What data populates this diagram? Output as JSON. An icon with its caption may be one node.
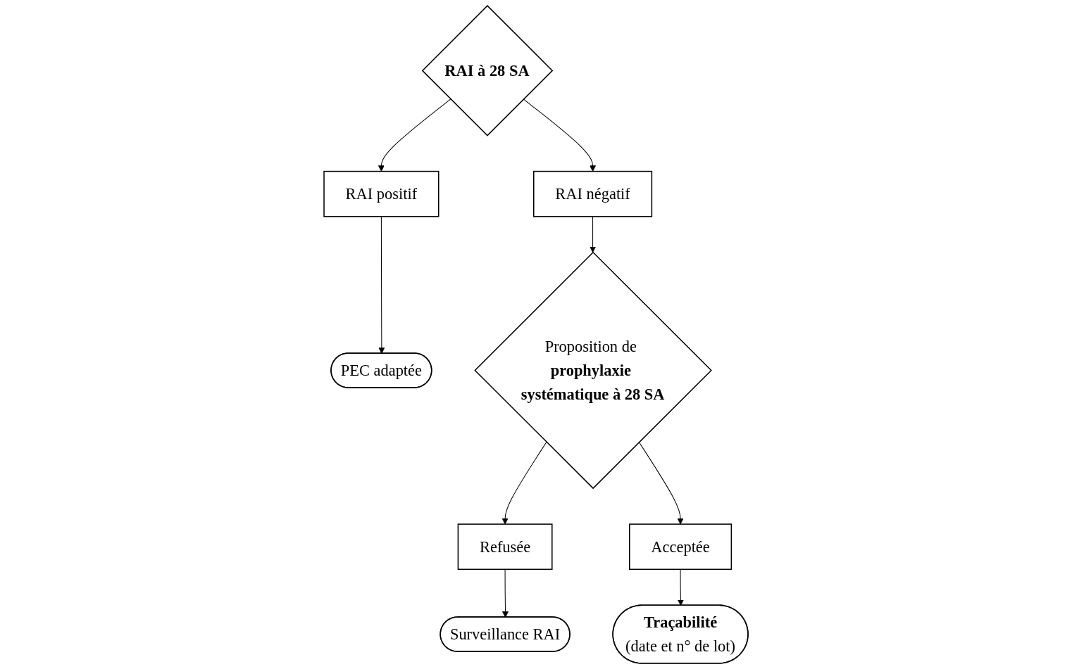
{
  "diagram": {
    "nodes": [
      {
        "text": [
          "RAI à 28 SA"
        ]
      },
      {
        "text": [
          "RAI positif"
        ]
      },
      {
        "text": [
          "PEC adaptée"
        ]
      },
      {
        "text": [
          "RAI négatif"
        ]
      },
      {
        "text": [
          "Proposition de **prophylaxie systématique à 28 SA**"
        ]
      },
      {
        "text": [
          "Refusée"
        ]
      },
      {
        "text": [
          "Surveillance RAI"
        ]
      },
      {
        "text": [
          "Acceptée"
        ]
      },
      {
        "text": [
          "Traçabilité",
          "(date et n° de lot)"
        ]
      }
    ],
    "edges": [
      {
        "from": 0,
        "to": 1,
        "arrow": "to"
      },
      {
        "from": 1,
        "to": 2,
        "arrow": "to"
      },
      {
        "from": 0,
        "to": 3,
        "arrow": "to"
      },
      {
        "from": 3,
        "to": 4,
        "arrow": "to"
      },
      {
        "from": 4,
        "to": 5,
        "arrow": "to"
      },
      {
        "from": 5,
        "to": 6,
        "arrow": "to"
      },
      {
        "from": 4,
        "to": 7,
        "arrow": "to"
      },
      {
        "from": 7,
        "to": 8,
        "arrow": "to"
      }
    ]
  }
}
